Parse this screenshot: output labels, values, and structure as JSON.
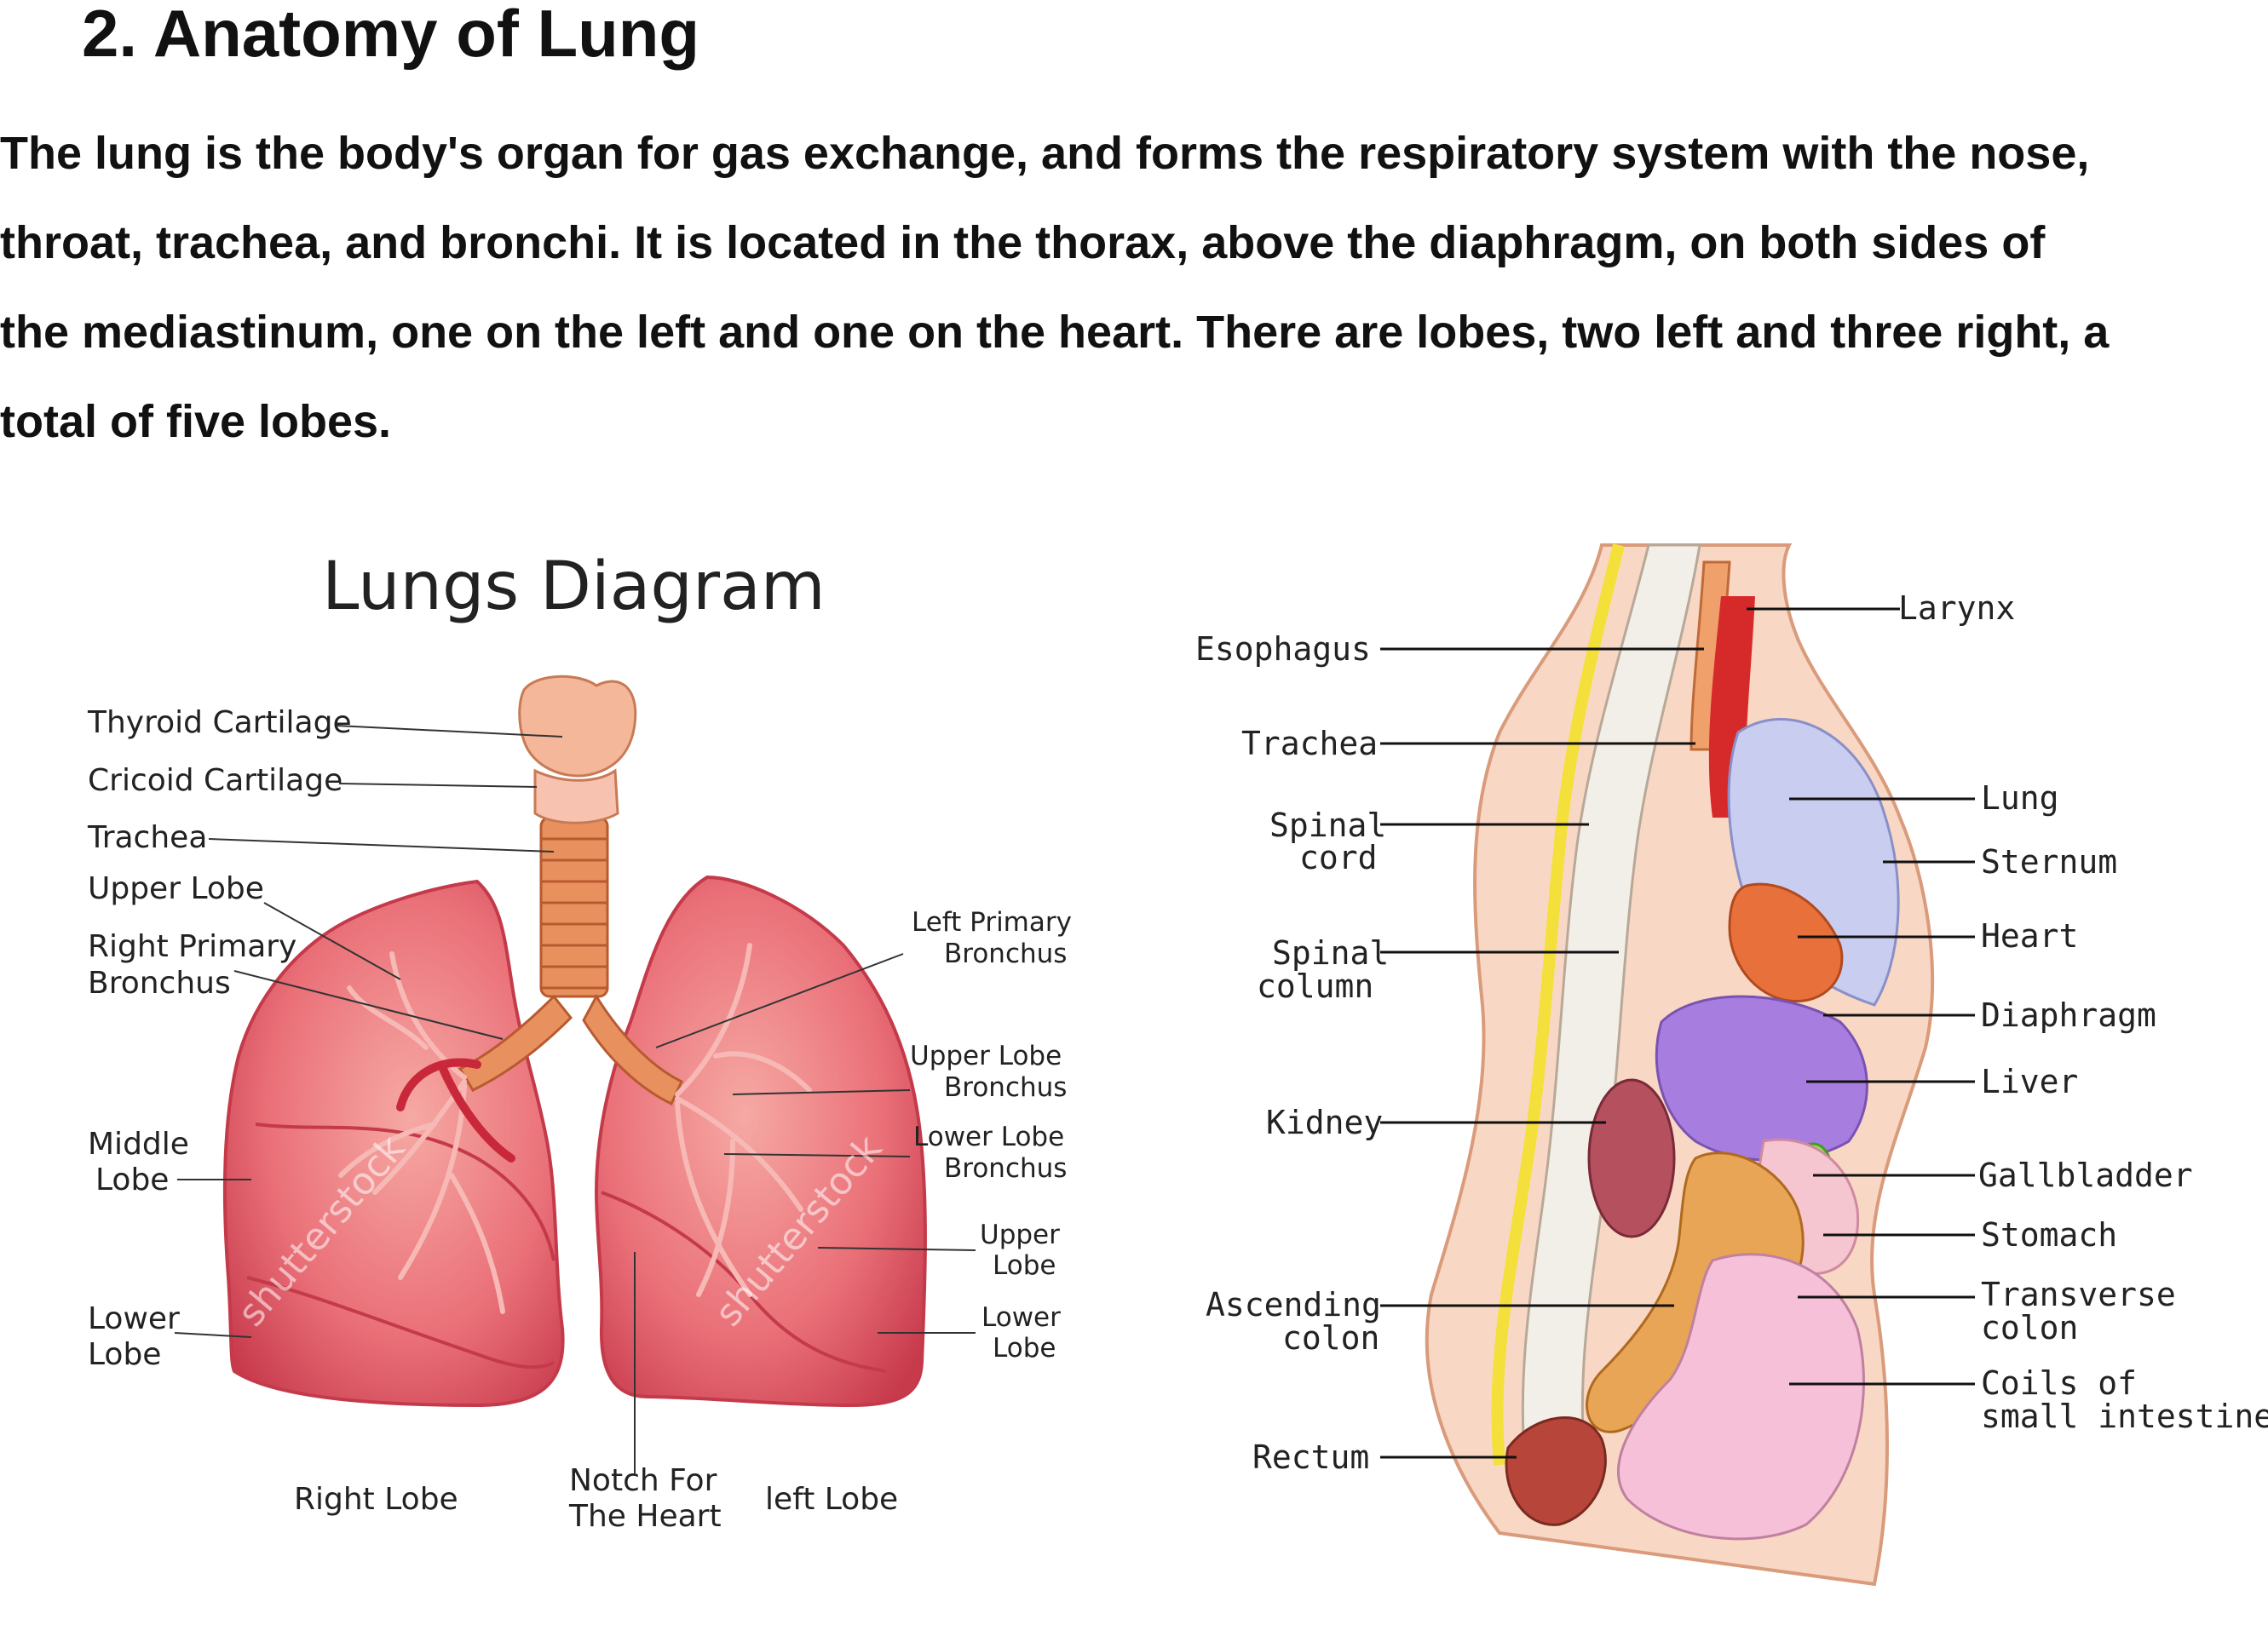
{
  "heading": "2. Anatomy of Lung",
  "paragraph": {
    "lines": [
      "The lung is the body's organ for gas exchange, and forms the respiratory system with the nose,",
      "throat, trachea, and bronchi. It is located in the thorax, above the diaphragm, on both sides of",
      "the mediastinum, one on the left and one on the heart. There are lobes, two left and three right, a",
      "total of five lobes."
    ]
  },
  "lungs_diagram": {
    "title": "Lungs Diagram",
    "labels": {
      "thyroid_cartilage": "Thyroid Cartilage",
      "cricoid_cartilage": "Cricoid Cartilage",
      "trachea": "Trachea",
      "upper_lobe_right": "Upper Lobe",
      "right_primary_bronchus_1": "Right Primary",
      "right_primary_bronchus_2": "Bronchus",
      "middle_lobe_1": "Middle",
      "middle_lobe_2": "Lobe",
      "lower_lobe_right_1": "Lower",
      "lower_lobe_right_2": "Lobe",
      "right_lobe": "Right Lobe",
      "notch_1": "Notch For",
      "notch_2": "The Heart",
      "left_lobe": "left Lobe",
      "left_primary_bronchus_1": "Left Primary",
      "left_primary_bronchus_2": "Bronchus",
      "upper_lobe_bronchus_1": "Upper Lobe",
      "upper_lobe_bronchus_2": "Bronchus",
      "lower_lobe_bronchus_1": "Lower Lobe",
      "lower_lobe_bronchus_2": "Bronchus",
      "upper_lobe_left_1": "Upper",
      "upper_lobe_left_2": "Lobe",
      "lower_lobe_left_1": "Lower",
      "lower_lobe_left_2": "Lobe"
    },
    "watermark": "shutterstock"
  },
  "body_diagram": {
    "labels": {
      "esophagus": "Esophagus",
      "trachea": "Trachea",
      "spinal_cord_1": "Spinal",
      "spinal_cord_2": "cord",
      "spinal_column_1": "Spinal",
      "spinal_column_2": "column",
      "kidney": "Kidney",
      "ascending_colon_1": "Ascending",
      "ascending_colon_2": "colon",
      "rectum": "Rectum",
      "larynx": "Larynx",
      "lung": "Lung",
      "sternum": "Sternum",
      "heart": "Heart",
      "diaphragm": "Diaphragm",
      "liver": "Liver",
      "gallbladder": "Gallbladder",
      "stomach": "Stomach",
      "transverse_colon_1": "Transverse",
      "transverse_colon_2": "colon",
      "small_intestine_1": "Coils of",
      "small_intestine_2": "small intestine"
    }
  },
  "colors": {
    "lung_fill": "#e8646e",
    "lung_light": "#f4a39d",
    "trachea": "#e8915e",
    "vessel": "#c8283a",
    "label_line": "#333333"
  }
}
